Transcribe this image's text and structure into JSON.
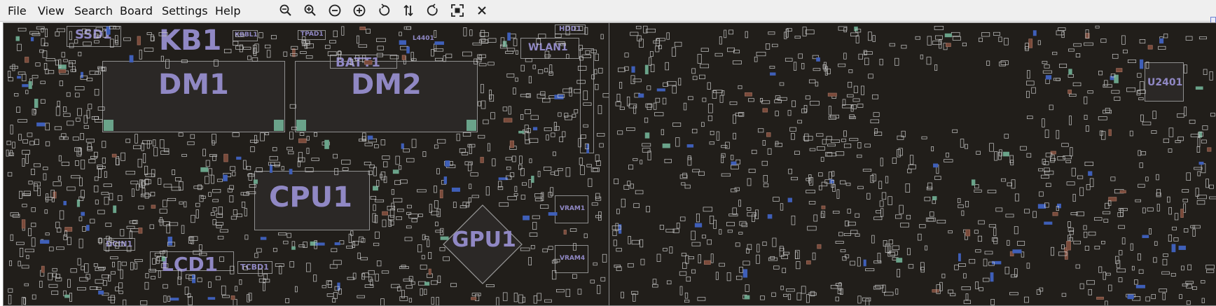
{
  "menu": {
    "items": [
      "File",
      "View",
      "Search",
      "Board",
      "Settings",
      "Help"
    ]
  },
  "toolbar": {
    "icons": [
      "zoom-out-icon",
      "zoom-in-icon",
      "zoom-out-circle-icon",
      "zoom-in-circle-icon",
      "rotate-left-icon",
      "flip-icon",
      "rotate-right-icon",
      "fit-screen-icon",
      "close-icon"
    ]
  },
  "board": {
    "labels": {
      "ssd1": "SSD1",
      "kb1": "KB1",
      "kbbl1": "KBBL1",
      "tpad1": "TPAD1",
      "batt1": "BATT1",
      "l4401": "L4401",
      "hdd1": "HDD1",
      "wlan1": "WLAN1",
      "dm1": "DM1",
      "dm2": "DM2",
      "cpu1": "CPU1",
      "gpu1": "GPU1",
      "vram1": "VRAM1",
      "vram4": "VRAM4",
      "dcin1": "DCIN1",
      "lcd1": "LCD1",
      "tcbd1": "TCBD1",
      "u2401": "U2401"
    }
  },
  "colors": {
    "board_bg": "#211e1a",
    "label": "#9088c4",
    "component_outline": "#8f8f8f",
    "pad_blue": "#3f5fb8",
    "pad_copper": "#7a4a3a",
    "pad_green": "#6aa38a"
  }
}
